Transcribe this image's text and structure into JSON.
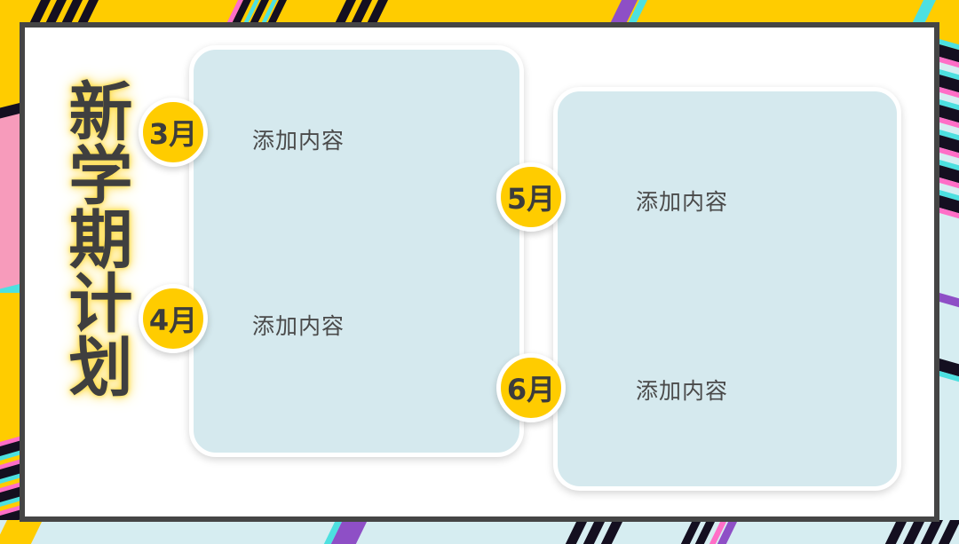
{
  "slide": {
    "title_vertical": "新学期计划",
    "frame_border_color": "#454545",
    "background": "#ffffff"
  },
  "decor": {
    "top_band_color": "#FFCC00",
    "bottom_band_color": "#D6EDF1",
    "stripe_black": "#140F20",
    "stripe_pink": "#F79BBB",
    "stripe_cyan": "#4DE0E0",
    "stripe_purple": "#8E4FC6",
    "stripe_magenta": "#FF6EC7"
  },
  "panels": [
    {
      "id": "left",
      "fill": "#D5E9EE",
      "items": [
        {
          "badge": "3月",
          "text": "添加内容"
        },
        {
          "badge": "4月",
          "text": "添加内容"
        }
      ]
    },
    {
      "id": "right",
      "fill": "#D5E9EE",
      "items": [
        {
          "badge": "5月",
          "text": "添加内容"
        },
        {
          "badge": "6月",
          "text": "添加内容"
        }
      ]
    }
  ],
  "badges": {
    "march": "3月",
    "april": "4月",
    "may": "5月",
    "june": "6月",
    "fill": "#FFCC00",
    "text_color": "#3C3C3C"
  },
  "content_texts": {
    "march": "添加内容",
    "april": "添加内容",
    "may": "添加内容",
    "june": "添加内容"
  }
}
